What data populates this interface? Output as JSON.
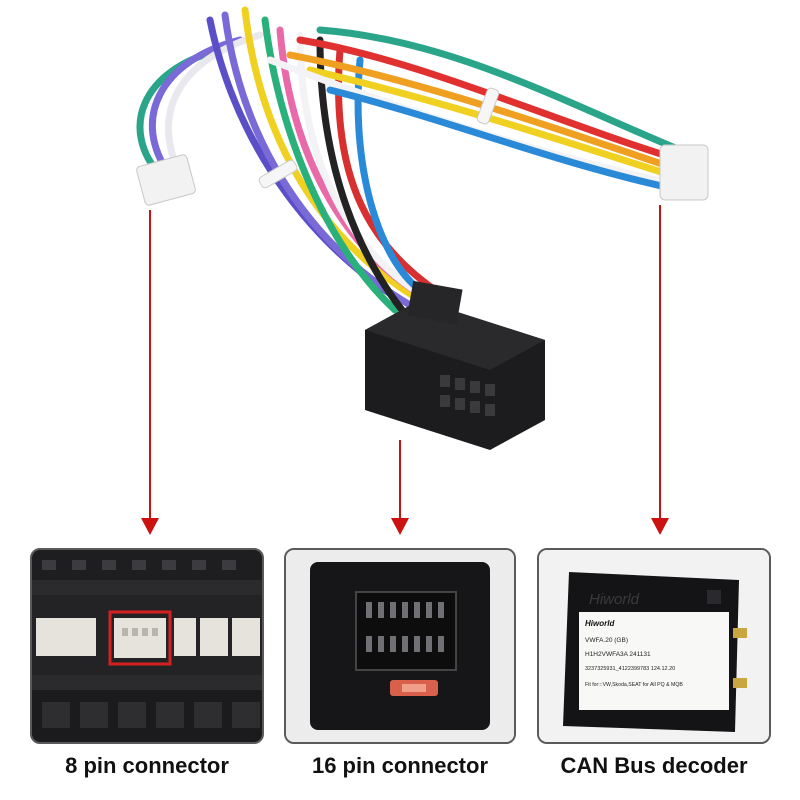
{
  "captions": {
    "pin8": "8 pin connector",
    "pin16": "16 pin connector",
    "can": "CAN Bus decoder"
  },
  "decoder_label": {
    "brand_watermark": "Hiworld",
    "brand": "Hiworld",
    "line1": "VWFA.20   (GB)",
    "line2": "H1H2VWFA3A   241131",
    "line3": "3237325931_4122399783  124.12.20",
    "line4": "Fit for:::VW,Skoda,SEAT for All PQ & MQB"
  },
  "colors": {
    "arrow": "#cc1111",
    "highlight": "#d42020",
    "connector_black": "#1c1c1e",
    "panel_border": "#5a5a5a"
  },
  "icons": [
    "down-arrow-icon"
  ]
}
